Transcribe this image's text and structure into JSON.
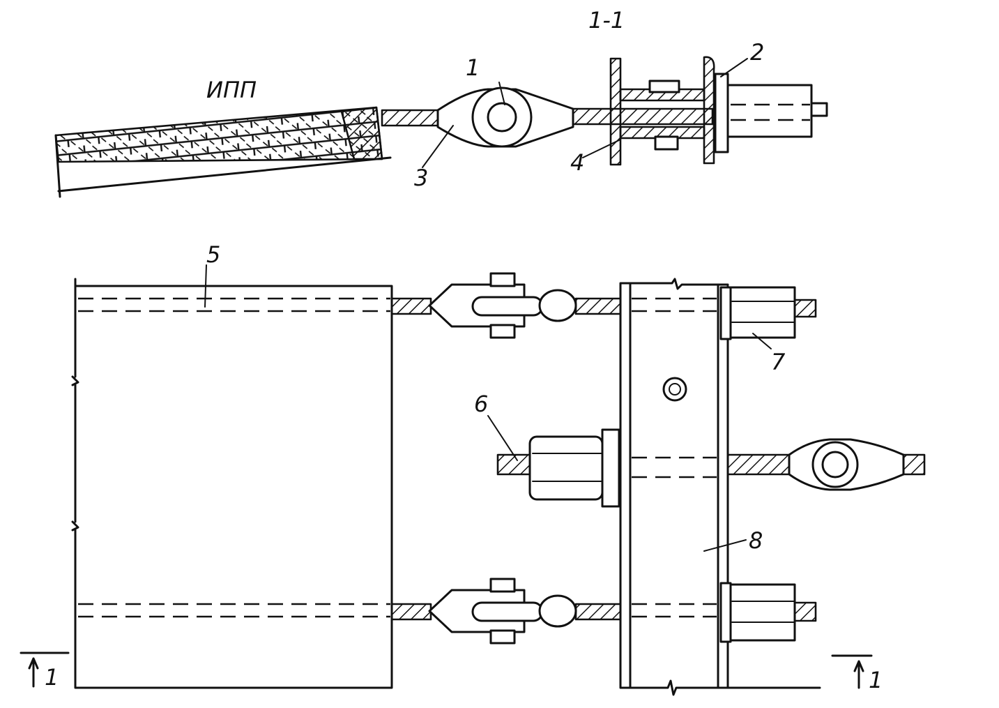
{
  "labels": {
    "section": "1-1",
    "material": "ИПП",
    "n1": "1",
    "n2": "2",
    "n3": "3",
    "n4": "4",
    "n5": "5",
    "n6": "6",
    "n7": "7",
    "n8": "8",
    "cut_left": "1",
    "cut_right": "1"
  }
}
